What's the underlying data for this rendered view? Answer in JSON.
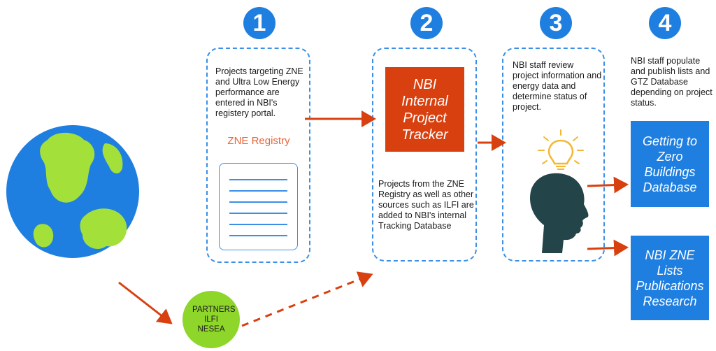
{
  "steps": [
    {
      "number": "1",
      "text": "Projects targeting ZNE and Ultra Low Energy performance are entered in NBI's registery portal."
    },
    {
      "number": "2",
      "text": "Projects from the ZNE Registry as well as other sources such as ILFI are added to NBI's internal Tracking Database"
    },
    {
      "number": "3",
      "text": "NBI staff review project information and energy data and determine status of project."
    },
    {
      "number": "4",
      "text": "NBI staff populate and publish lists and GTZ Database depending on project status."
    }
  ],
  "registry_label": "ZNE Registry",
  "tracker_label": "NBI Internal Project Tracker",
  "partners_label": "PARTNERS ILFI NESEA",
  "outputs": {
    "database": "Getting to Zero Buildings Database",
    "lists": "NBI ZNE Lists Publications Research"
  },
  "colors": {
    "step_blue": "#1f7fe0",
    "arrow_red": "#d8400f",
    "partners_green": "#8ed62a",
    "earth_ocean": "#1f7fe0",
    "earth_land": "#a4e03a"
  },
  "icons": [
    "globe-icon",
    "document-icon",
    "lightbulb-icon",
    "head-silhouette-icon"
  ]
}
